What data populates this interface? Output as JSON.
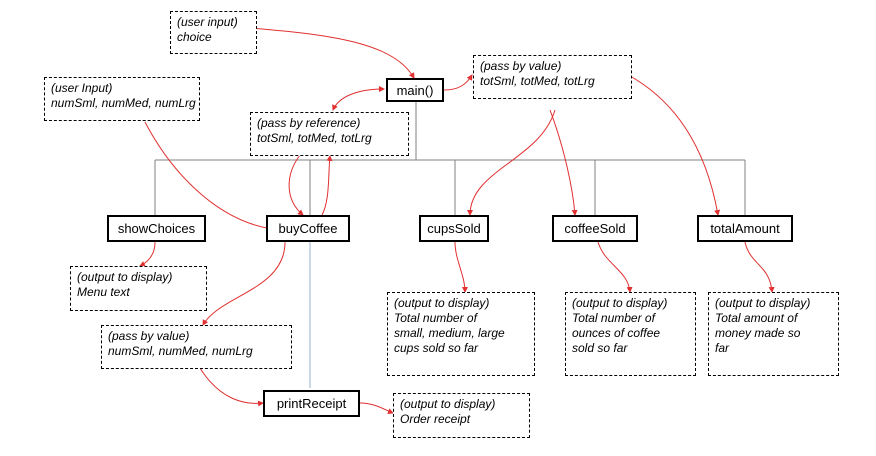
{
  "functions": {
    "main": "main()",
    "showChoices": "showChoices",
    "buyCoffee": "buyCoffee",
    "cupsSold": "cupsSold",
    "coffeeSold": "coffeeSold",
    "totalAmount": "totalAmount",
    "printReceipt": "printReceipt"
  },
  "notes": {
    "user_input_choice": [
      "(user input)",
      "choice"
    ],
    "user_input_nums": [
      "(user Input)",
      "numSml, numMed, numLrg"
    ],
    "pass_by_reference": [
      "(pass by reference)",
      "totSml, totMed, totLrg"
    ],
    "pass_by_value_main": [
      "(pass by value)",
      "totSml, totMed, totLrg"
    ],
    "output_menu": [
      "(output to display)",
      "Menu text"
    ],
    "pass_by_value_nums": [
      "(pass by value)",
      "numSml, numMed, numLrg"
    ],
    "output_cups": [
      "(output to display)",
      "Total number of",
      "small, medium, large",
      "cups sold so far"
    ],
    "output_coffee": [
      "(output to display)",
      "Total number of",
      "ounces of coffee",
      "sold so far"
    ],
    "output_total": [
      "(output to display)",
      "Total amount of",
      "money made so",
      "far"
    ],
    "output_receipt": [
      "(output to display)",
      "Order receipt"
    ]
  },
  "colors": {
    "tree_lines": "#808080",
    "data_flow": "#e03030",
    "call_link": "#9bb0cc"
  }
}
